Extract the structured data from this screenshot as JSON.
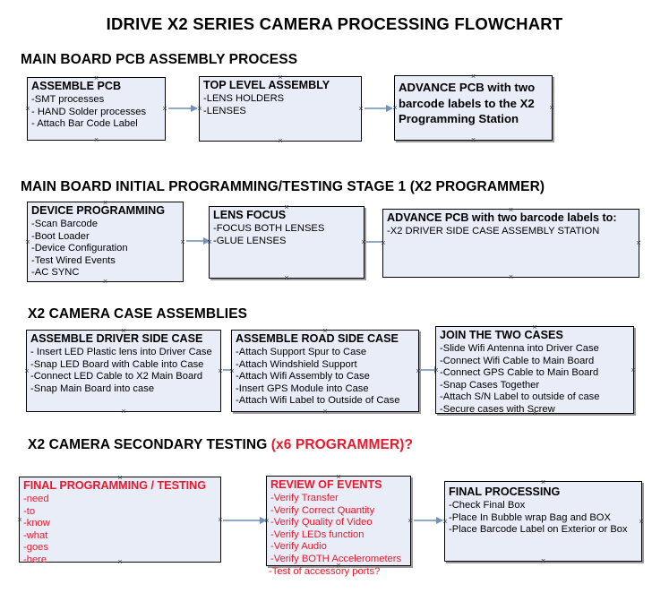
{
  "document": {
    "title": "IDRIVE X2  SERIES CAMERA PROCESSING FLOWCHART"
  },
  "colors": {
    "box_fill": "#e8edf7",
    "box_border": "#000000",
    "arrow": "#8fa9c4",
    "red_text": "#e8192c",
    "text": "#000000",
    "background": "#ffffff"
  },
  "sections": [
    {
      "id": "main-board-pcb-assembly",
      "header": "MAIN BOARD PCB ASSEMBLY PROCESS",
      "header_suffix": "",
      "boxes": [
        {
          "id": "assemble-pcb",
          "title": "ASSEMBLE PCB",
          "lines": [
            "-SMT processes",
            "- HAND Solder processes",
            "- Attach Bar Code Label"
          ]
        },
        {
          "id": "top-level-assembly",
          "title": "TOP LEVEL ASSEMBLY",
          "lines": [
            "-LENS HOLDERS",
            "-LENSES"
          ]
        },
        {
          "id": "advance-pcb-programming-station",
          "title": "ADVANCE PCB with two barcode labels to the  X2 Programming Station",
          "lines": []
        }
      ]
    },
    {
      "id": "main-board-initial-programming",
      "header": "MAIN BOARD INITIAL PROGRAMMING/TESTING STAGE 1 (X2 PROGRAMMER)",
      "header_suffix": "",
      "boxes": [
        {
          "id": "device-programming",
          "title": "DEVICE PROGRAMMING",
          "lines": [
            "-Scan Barcode",
            "-Boot Loader",
            "-Device Configuration",
            "-Test Wired Events",
            "-AC SYNC"
          ]
        },
        {
          "id": "lens-focus",
          "title": "LENS FOCUS",
          "lines": [
            "-FOCUS BOTH LENSES",
            "-GLUE LENSES"
          ]
        },
        {
          "id": "advance-pcb-driver-side-case",
          "title": "ADVANCE PCB with two barcode labels to:",
          "lines": [
            "-X2 DRIVER  SIDE  CASE  ASSEMBLY STATION"
          ]
        }
      ]
    },
    {
      "id": "x2-camera-case-assemblies",
      "header": "X2 CAMERA CASE ASSEMBLIES",
      "header_suffix": "",
      "boxes": [
        {
          "id": "assemble-driver-side-case",
          "title": "ASSEMBLE DRIVER SIDE CASE",
          "lines": [
            "- Insert LED Plastic lens into Driver Case",
            "-Snap LED Board with Cable into Case",
            "-Connect LED Cable to X2 Main Board",
            "-Snap Main Board into case"
          ]
        },
        {
          "id": "assemble-road-side-case",
          "title": "ASSEMBLE ROAD SIDE CASE",
          "lines": [
            "-Attach Support Spur to Case",
            "-Attach Windshield Support",
            "-Attach Wifi Assembly to Case",
            "-Insert GPS Module into Case",
            "-Attach Wifi Label to Outside of Case"
          ]
        },
        {
          "id": "join-the-two-cases",
          "title": "JOIN THE TWO CASES",
          "lines": [
            "-Slide Wifi Antenna into Driver Case",
            "-Connect Wifi Cable to Main Board",
            "-Connect GPS Cable to Main Board",
            "-Snap Cases Together",
            "-Attach S/N Label to outside of case",
            "-Secure cases with Screw"
          ]
        }
      ]
    },
    {
      "id": "x2-camera-secondary-testing",
      "header": "X2 CAMERA SECONDARY TESTING ",
      "header_suffix": "(x6 PROGRAMMER)?",
      "boxes": [
        {
          "id": "final-programming-testing",
          "title": "FINAL PROGRAMMING / TESTING",
          "lines": [
            "-need",
            "-to",
            "-know",
            "-what",
            "-goes",
            "-here"
          ]
        },
        {
          "id": "review-of-events",
          "title": "REVIEW OF EVENTS",
          "lines": [
            "-Verify Transfer",
            "-Verify Correct Quantity",
            "-Verify Quality of Video",
            "-Verify LEDs function",
            "-Verify Audio",
            "-Verify BOTH Accelerometers"
          ],
          "overflow_line": "-Test of accessory ports?"
        },
        {
          "id": "final-processing",
          "title": "FINAL PROCESSING",
          "lines": [
            " -Check Final Box",
            "-Place In Bubble wrap Bag and BOX",
            "-Place Barcode Label on Exterior or Box"
          ]
        }
      ]
    }
  ]
}
